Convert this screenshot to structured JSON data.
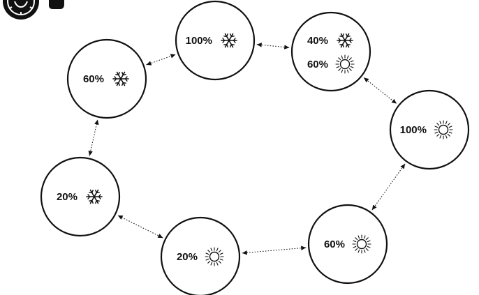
{
  "colors": {
    "ink": "#111111",
    "background": "#ffffff"
  },
  "header": {
    "logo_icon": "dial-icon",
    "header_icon": "mark-icon"
  },
  "cycle": {
    "stages": [
      {
        "id": "s1",
        "items": [
          {
            "percent": "100%",
            "icon": "snowflake-icon"
          }
        ]
      },
      {
        "id": "s2",
        "items": [
          {
            "percent": "40%",
            "icon": "snowflake-icon"
          },
          {
            "percent": "60%",
            "icon": "sun-icon"
          }
        ]
      },
      {
        "id": "s3",
        "items": [
          {
            "percent": "100%",
            "icon": "sun-icon"
          }
        ]
      },
      {
        "id": "s4",
        "items": [
          {
            "percent": "60%",
            "icon": "sun-icon"
          }
        ]
      },
      {
        "id": "s5",
        "items": [
          {
            "percent": "20%",
            "icon": "sun-icon"
          }
        ]
      },
      {
        "id": "s6",
        "items": [
          {
            "percent": "20%",
            "icon": "snowflake-icon"
          }
        ]
      },
      {
        "id": "s7",
        "items": [
          {
            "percent": "60%",
            "icon": "snowflake-icon"
          }
        ]
      }
    ],
    "links": [
      [
        "s1",
        "s2"
      ],
      [
        "s2",
        "s3"
      ],
      [
        "s3",
        "s4"
      ],
      [
        "s4",
        "s5"
      ],
      [
        "s5",
        "s6"
      ],
      [
        "s6",
        "s7"
      ],
      [
        "s7",
        "s1"
      ]
    ],
    "link_style": "dotted, bidirectional arrows"
  }
}
